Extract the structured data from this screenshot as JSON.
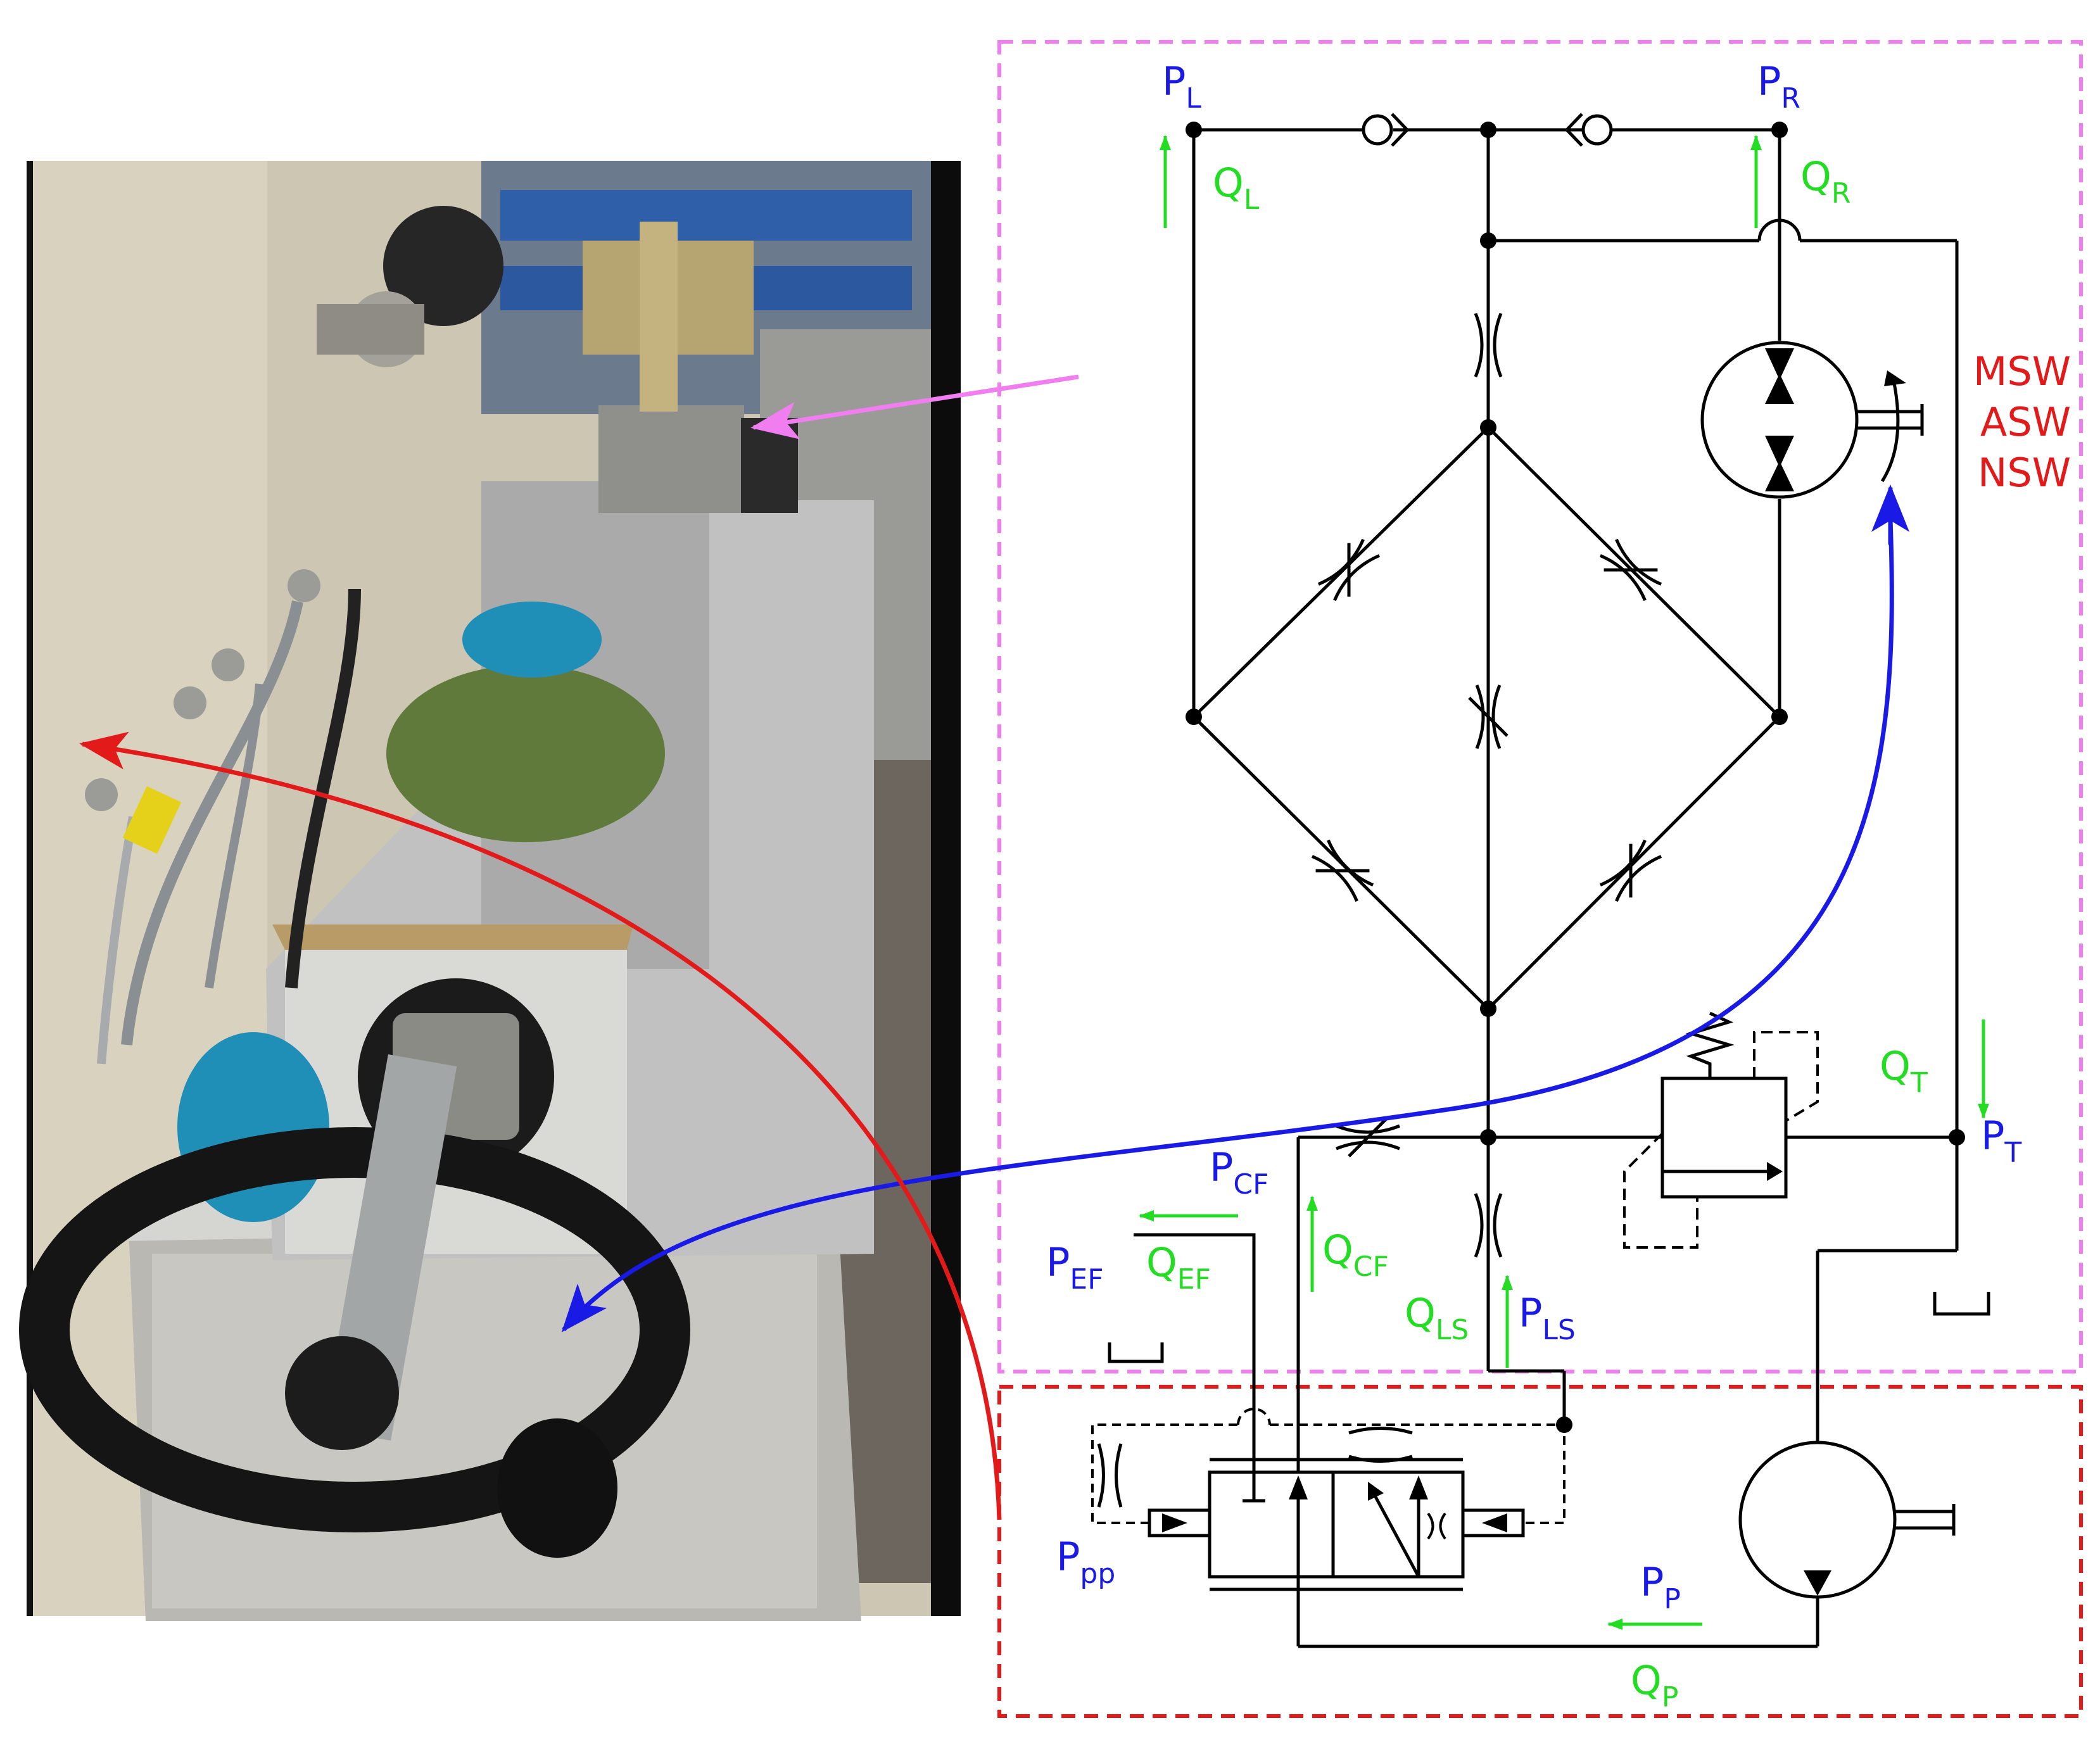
{
  "colors": {
    "pressure": "#1a1ae6",
    "flow": "#22dd22",
    "steering_modes": "#e31a1a",
    "valve_block_frame": "#f07ef0",
    "pump_block_frame": "#e31a1a",
    "photo_pointer": "#f07ef0",
    "wheel_link_arrow": "#1a1ae6",
    "pump_link_arrow": "#e31a1a"
  },
  "photo": {
    "description_icon": "test-rig-photo"
  },
  "labels": {
    "PL": {
      "main": "P",
      "sub": "L"
    },
    "PR": {
      "main": "P",
      "sub": "R"
    },
    "QL": {
      "main": "Q",
      "sub": "L"
    },
    "QR": {
      "main": "Q",
      "sub": "R"
    },
    "QT": {
      "main": "Q",
      "sub": "T"
    },
    "PT": {
      "main": "P",
      "sub": "T"
    },
    "PCF": {
      "main": "P",
      "sub": "CF"
    },
    "QCF": {
      "main": "Q",
      "sub": "CF"
    },
    "PEF": {
      "main": "P",
      "sub": "EF"
    },
    "QEF": {
      "main": "Q",
      "sub": "EF"
    },
    "QLS": {
      "main": "Q",
      "sub": "LS"
    },
    "PLS": {
      "main": "P",
      "sub": "LS"
    },
    "Ppp": {
      "main": "P",
      "sub": "pp"
    },
    "PP": {
      "main": "P",
      "sub": "P"
    },
    "QP": {
      "main": "Q",
      "sub": "P"
    }
  },
  "modes": [
    "MSW",
    "ASW",
    "NSW"
  ]
}
